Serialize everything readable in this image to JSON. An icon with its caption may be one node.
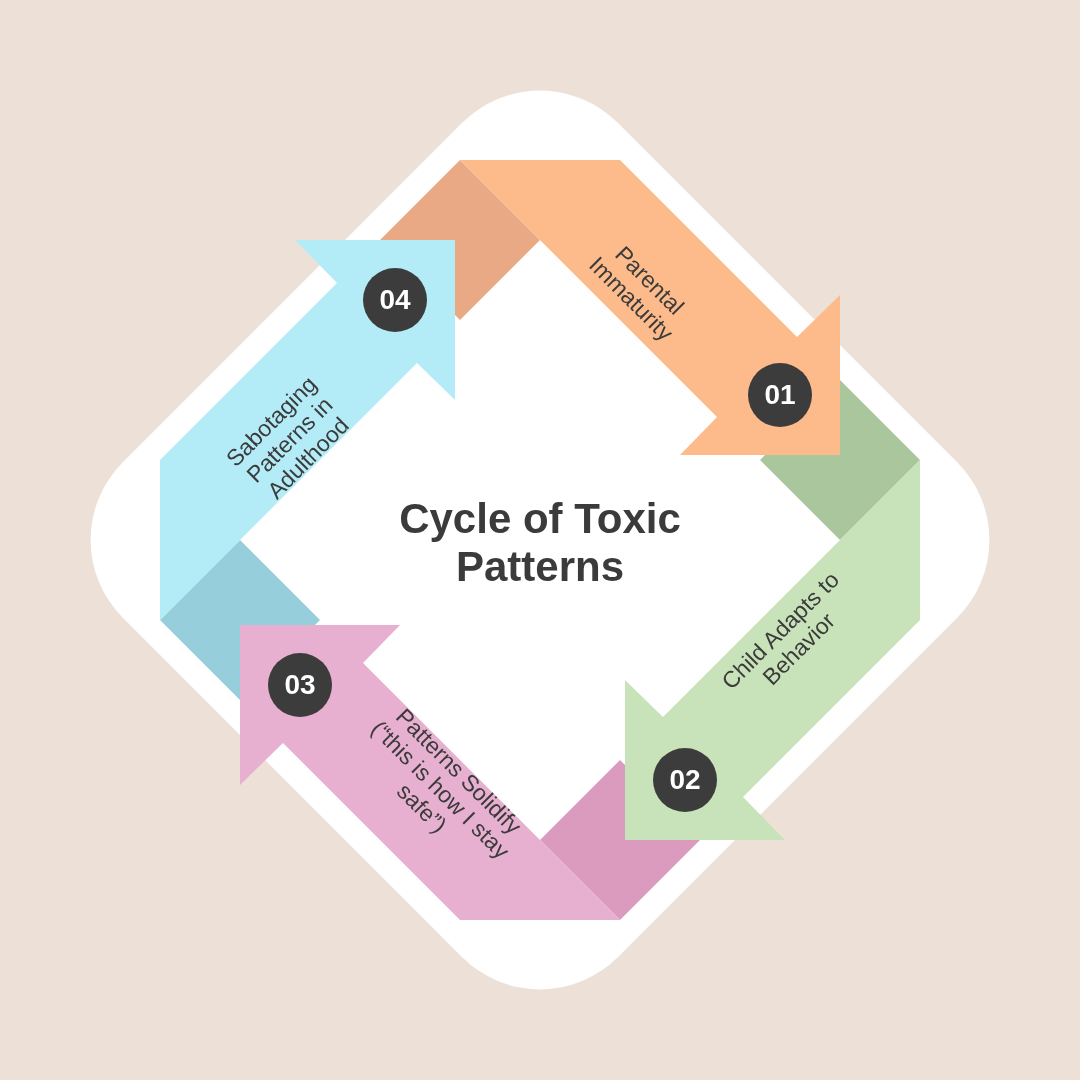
{
  "diagram": {
    "title": "Cycle of Toxic Patterns",
    "nodes": [
      {
        "text": [
          "Parental Immaturity"
        ]
      },
      {
        "text": [
          "01"
        ],
        "in": 0
      },
      {
        "text": [
          "Child Adapts to Behavior"
        ]
      },
      {
        "text": [
          "02"
        ],
        "in": 2
      },
      {
        "text": [
          "Patterns Solidify (“this is how I stay safe”)"
        ]
      },
      {
        "text": [
          "03"
        ],
        "in": 4
      },
      {
        "text": [
          "Sabotaging Patterns in Adulthood"
        ]
      },
      {
        "text": [
          "04"
        ],
        "in": 6
      }
    ]
  }
}
